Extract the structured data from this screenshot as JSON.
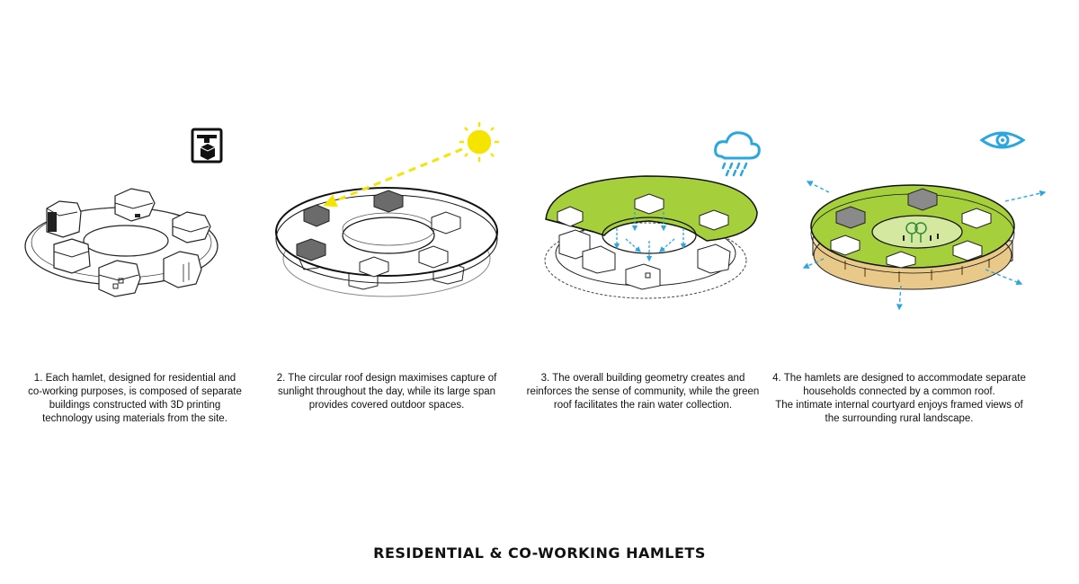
{
  "title": "RESIDENTIAL & CO-WORKING HAMLETS",
  "colors": {
    "green_roof": "#a6cf3c",
    "sun": "#f5e400",
    "water": "#2aa7df",
    "skylight_glass": "#6b6b6b",
    "wood": "#d6a060",
    "line": "#222222"
  },
  "icons": [
    "3d-printer-icon",
    "sun-icon",
    "rain-cloud-icon",
    "eye-icon"
  ],
  "steps": [
    {
      "lines": [
        "1. Each hamlet, designed for residential and",
        "co-working purposes, is composed of separate",
        "buildings constructed with 3D printing",
        "technology using materials from the site."
      ]
    },
    {
      "lines": [
        "2. The circular roof design maximises capture of",
        "sunlight throughout the day, while its large span",
        "provides covered outdoor spaces."
      ]
    },
    {
      "lines": [
        "3. The overall building geometry creates and",
        "reinforces the sense of community, while the green",
        "roof facilitates the rain water collection."
      ]
    },
    {
      "lines": [
        "4. The hamlets are designed to accommodate separate",
        "households connected by a common roof.",
        "The intimate internal courtyard enjoys framed views of",
        "the surrounding rural landscape."
      ]
    }
  ]
}
